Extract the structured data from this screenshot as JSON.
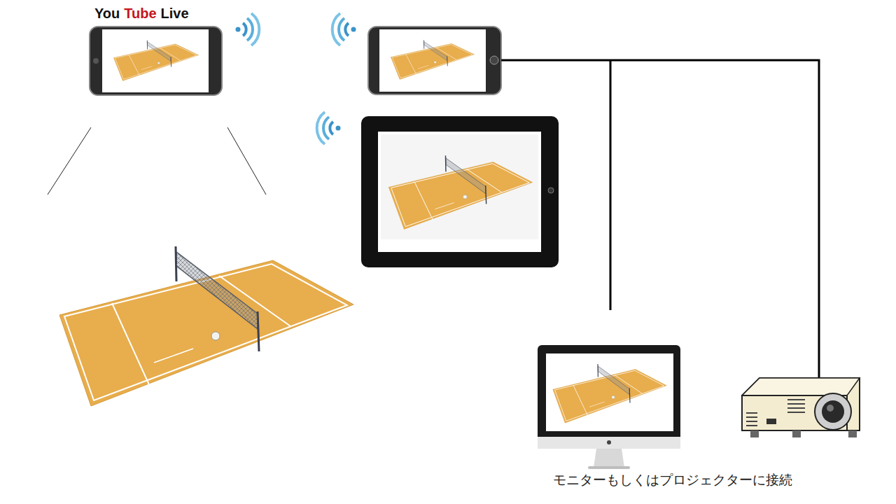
{
  "diagram": {
    "labels": [
      "You",
      "Tube",
      "Live",
      "モニターもしくはプロジェクターに接続"
    ]
  }
}
